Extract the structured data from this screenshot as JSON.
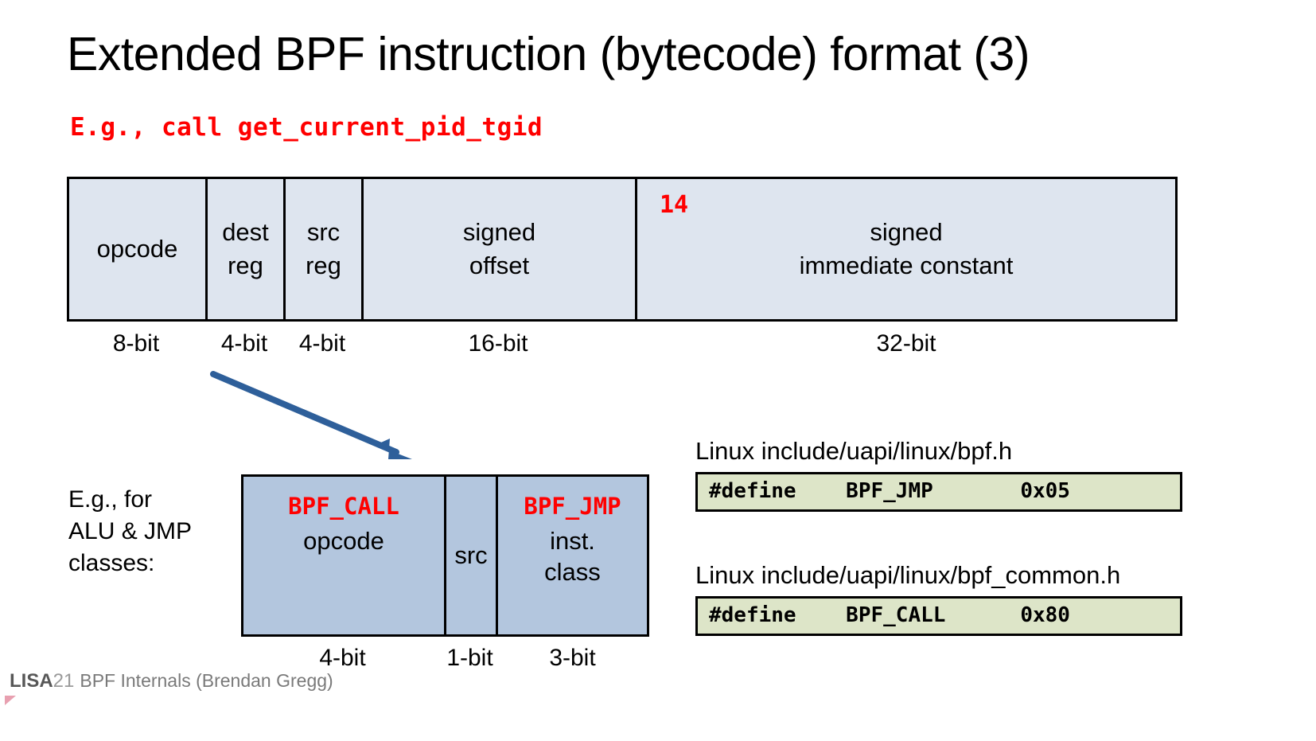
{
  "slide": {
    "title": "Extended BPF instruction (bytecode) format (3)",
    "subtitle": "E.g., call get_current_pid_tgid",
    "colors": {
      "accent_red": "#ff0000",
      "top_table_fill": "#dee5ef",
      "bottom_table_fill": "#b3c6de",
      "code_fill": "#dde5c8",
      "arrow": "#2e5f9a"
    }
  },
  "instruction_table": {
    "cells": [
      {
        "label": "opcode",
        "bits": "8-bit"
      },
      {
        "label": "dest\nreg",
        "line1": "dest",
        "line2": "reg",
        "bits": "4-bit"
      },
      {
        "label": "src\nreg",
        "line1": "src",
        "line2": "reg",
        "bits": "4-bit"
      },
      {
        "label": "signed\noffset",
        "line1": "signed",
        "line2": "offset",
        "bits": "16-bit"
      },
      {
        "label": "signed\nimmediate constant",
        "line1": "signed",
        "line2": "immediate constant",
        "bits": "32-bit",
        "annotation": "14"
      }
    ]
  },
  "example_label": "E.g., for\nALU & JMP\nclasses:",
  "example_label_lines": [
    "E.g., for",
    "ALU & JMP",
    "classes:"
  ],
  "opcode_table": {
    "cells": [
      {
        "red": "BPF_CALL",
        "black": "opcode",
        "bits": "4-bit"
      },
      {
        "red": "",
        "black": "src",
        "bits": "1-bit"
      },
      {
        "red": "BPF_JMP",
        "black": "inst.\nclass",
        "black_line1": "inst.",
        "black_line2": "class",
        "bits": "3-bit"
      }
    ]
  },
  "source_blocks": [
    {
      "caption": "Linux include/uapi/linux/bpf.h",
      "code": "#define    BPF_JMP       0x05"
    },
    {
      "caption": "Linux include/uapi/linux/bpf_common.h",
      "code": "#define    BPF_CALL      0x80"
    }
  ],
  "footer": {
    "brand": "LISA",
    "year": "21",
    "text": "BPF Internals (Brendan Gregg)"
  }
}
